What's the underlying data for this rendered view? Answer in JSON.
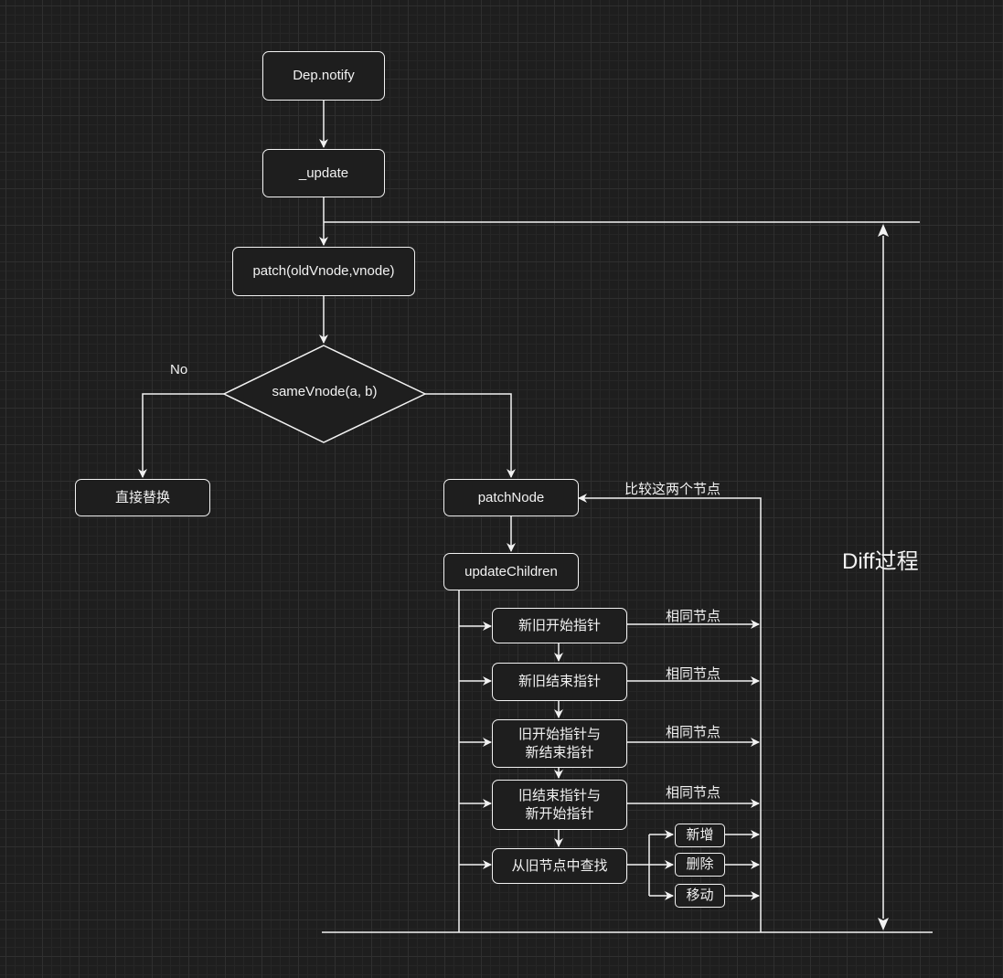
{
  "diagram": {
    "nodes": {
      "dep_notify": "Dep.notify",
      "update": "_update",
      "patch": "patch(oldVnode,vnode)",
      "same_vnode": "sameVnode(a, b)",
      "replace": "直接替换",
      "patch_node": "patchNode",
      "update_children": "updateChildren",
      "old_new_start": "新旧开始指针",
      "old_new_end": "新旧结束指针",
      "old_start_new_end": "旧开始指针与\n新结束指针",
      "old_end_new_start": "旧结束指针与\n新开始指针",
      "find_in_old": "从旧节点中查找",
      "add": "新增",
      "delete": "删除",
      "move": "移动"
    },
    "labels": {
      "no": "No",
      "compare_two": "比较这两个节点",
      "same_node_1": "相同节点",
      "same_node_2": "相同节点",
      "same_node_3": "相同节点",
      "same_node_4": "相同节点",
      "diff_process": "Diff过程"
    },
    "colors": {
      "background": "#1e1e1e",
      "grid": "#2f2f2f",
      "stroke": "#f2f2f2"
    }
  }
}
